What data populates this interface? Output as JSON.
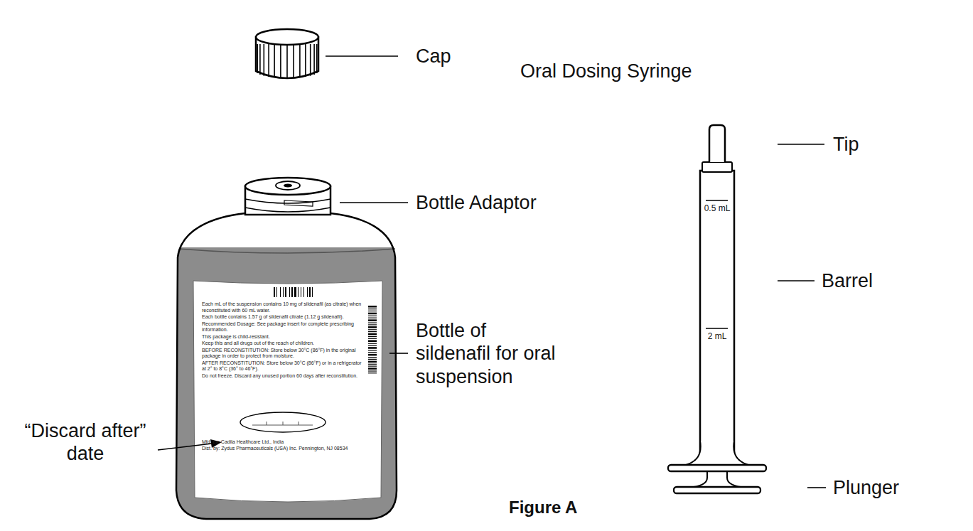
{
  "diagram": {
    "caption": "Figure A",
    "labels": [
      "Cap",
      "Oral Dosing Syringe",
      "Bottle Adaptor",
      "Bottle of sildenafil for oral suspension",
      "“Discard after” date",
      "Tip",
      "Barrel",
      "Plunger",
      "0.5 mL",
      "2 mL",
      "Each mL of the suspension contains 10 mg of sildenafil (as citrate) when reconstituted with 60 mL water.",
      "Each bottle contains 1.57 g of sildenafil citrate (1.12 g sildenafil).",
      "Recommended Dosage: See package insert for complete prescribing information.",
      "This package is child-resistant.",
      "Keep this and all drugs out of the reach of children.",
      "BEFORE RECONSTITUTION: Store below 30°C (86°F) in the original package in order to protect from moisture.",
      "AFTER RECONSTITUTION: Store below 30°C (86°F) or in a refrigerator at 2° to 8°C (36° to 46°F).",
      "Do not freeze. Discard any unused portion 60 days after reconstitution.",
      "Mfd. by: Cadila Healthcare Ltd., India",
      "Dist. by: Zydus Pharmaceuticals (USA) Inc. Pennington, NJ 08534"
    ]
  }
}
